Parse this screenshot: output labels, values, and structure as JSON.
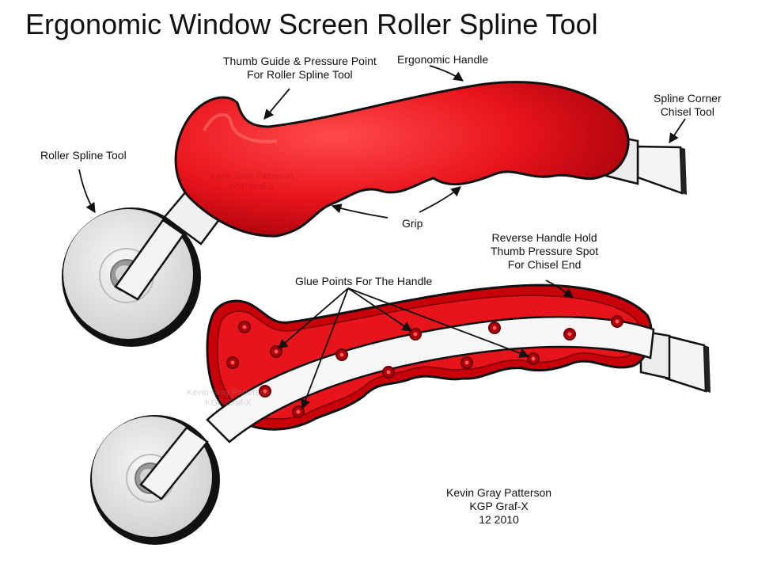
{
  "title": "Ergonomic Window Screen Roller Spline Tool",
  "labels": {
    "thumb_guide": [
      "Thumb Guide & Pressure Point",
      "For Roller Spline Tool"
    ],
    "ergonomic_handle": "Ergonomic Handle",
    "spline_corner": [
      "Spline Corner",
      "Chisel Tool"
    ],
    "roller_spline": "Roller Spline Tool",
    "grip": "Grip",
    "reverse_handle": [
      "Reverse Handle Hold",
      "Thumb Pressure Spot",
      "For Chisel End"
    ],
    "glue_points": "Glue Points For The Handle"
  },
  "watermark": [
    "Kevin Gray Patterson",
    "KGP Graf-X"
  ],
  "credit": [
    "Kevin Gray Patterson",
    "KGP Graf-X",
    "12 2010"
  ],
  "colors": {
    "handle_red": "#e8141c",
    "handle_dark": "#a00008",
    "chrome_white": "#f2f2f2",
    "wheel_gray": "#e4e4e4",
    "outline": "#111111"
  }
}
